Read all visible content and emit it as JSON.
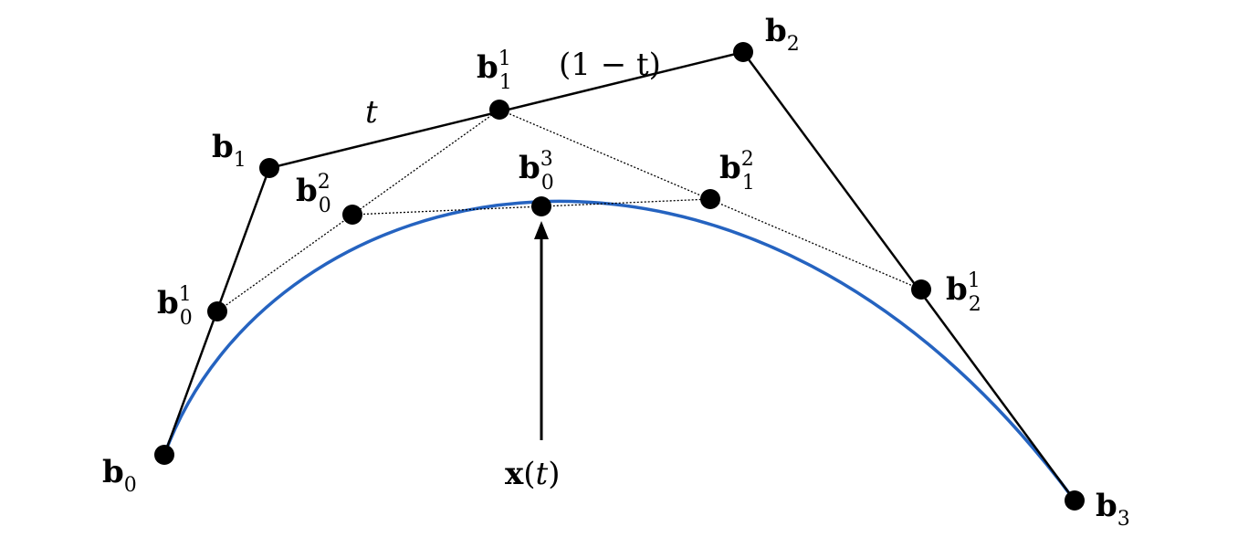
{
  "colors": {
    "curve": "#2563c0",
    "polygon": "#000000",
    "construction": "#000000"
  },
  "points": {
    "b0": {
      "base": "b",
      "sub": "0",
      "sup": ""
    },
    "b1": {
      "base": "b",
      "sub": "1",
      "sup": ""
    },
    "b2": {
      "base": "b",
      "sub": "2",
      "sup": ""
    },
    "b3": {
      "base": "b",
      "sub": "3",
      "sup": ""
    },
    "b01": {
      "base": "b",
      "sub": "0",
      "sup": "1"
    },
    "b11": {
      "base": "b",
      "sub": "1",
      "sup": "1"
    },
    "b21": {
      "base": "b",
      "sub": "2",
      "sup": "1"
    },
    "b02": {
      "base": "b",
      "sub": "0",
      "sup": "2"
    },
    "b12": {
      "base": "b",
      "sub": "1",
      "sup": "2"
    },
    "b03": {
      "base": "b",
      "sub": "0",
      "sup": "3"
    }
  },
  "segment_labels": {
    "t": "t",
    "one_minus_t": "(1 − t)"
  },
  "curve_point_label": {
    "bold": "x",
    "rest": "(",
    "var": "t",
    "close": ")"
  }
}
